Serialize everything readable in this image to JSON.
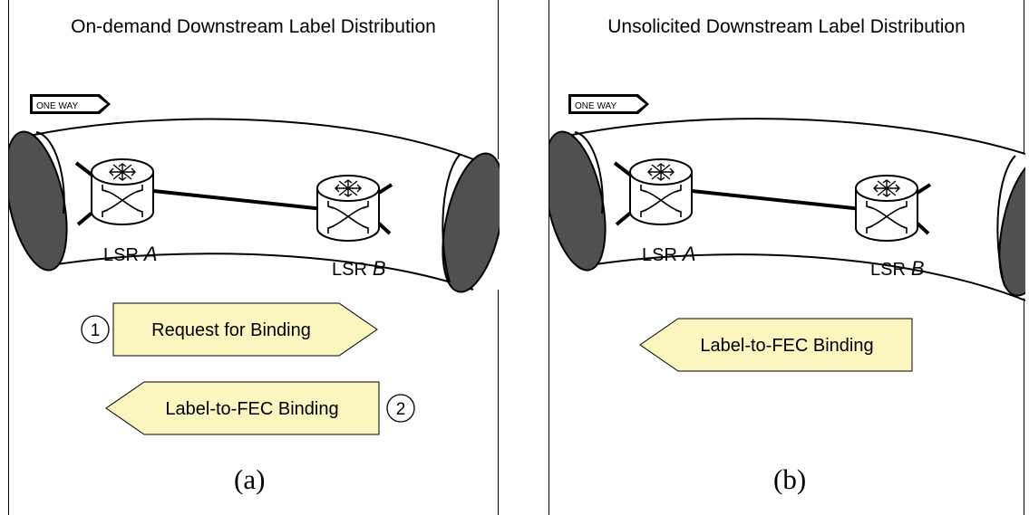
{
  "colors": {
    "tube_end": "#505050",
    "arrow_fill": "#fbf6c0",
    "line": "#000000",
    "background": "#ffffff"
  },
  "panel_a": {
    "title": "On-demand Downstream Label Distribution",
    "sign": "ONE WAY",
    "lsr_a": "LSR",
    "lsr_a_letter": "A",
    "lsr_b": "LSR",
    "lsr_b_letter": "B",
    "msg1_number": "1",
    "msg1_label": "Request for Binding",
    "msg2_number": "2",
    "msg2_label": "Label-to-FEC Binding",
    "caption": "(a)"
  },
  "panel_b": {
    "title": "Unsolicited Downstream Label Distribution",
    "sign": "ONE WAY",
    "lsr_a": "LSR",
    "lsr_a_letter": "A",
    "lsr_b": "LSR",
    "lsr_b_letter": "B",
    "msg_label": "Label-to-FEC Binding",
    "caption": "(b)"
  },
  "icons": {
    "router": "router-icon",
    "sign": "one-way-sign-icon",
    "tube": "lsp-tunnel-icon"
  }
}
